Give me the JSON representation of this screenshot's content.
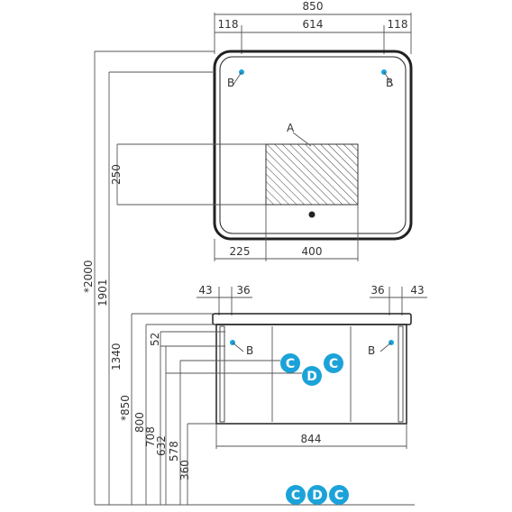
{
  "mirror": {
    "width_total": "850",
    "margin_left": "118",
    "span_mid": "614",
    "margin_right": "118",
    "bottom_left": "225",
    "bottom_right": "400",
    "label_a": "A",
    "label_b_left": "B",
    "label_b_right": "B",
    "side_250": "250"
  },
  "cabinet": {
    "top_left_a": "43",
    "top_left_b": "36",
    "top_right_a": "36",
    "top_right_b": "43",
    "label_b_left": "B",
    "label_b_right": "B",
    "width": "844",
    "dim_52": "52",
    "badges": {
      "c1": "C",
      "d": "D",
      "c2": "C"
    }
  },
  "heights": {
    "h2000": "*2000",
    "h1901": "1901",
    "h1340": "1340",
    "h850": "*850",
    "h800": "800",
    "h708": "708",
    "h632": "632",
    "h578": "578",
    "h360": "360"
  },
  "legend": {
    "c1": "C",
    "d": "D",
    "c2": "C"
  },
  "colors": {
    "accent": "#1ba3d9"
  }
}
